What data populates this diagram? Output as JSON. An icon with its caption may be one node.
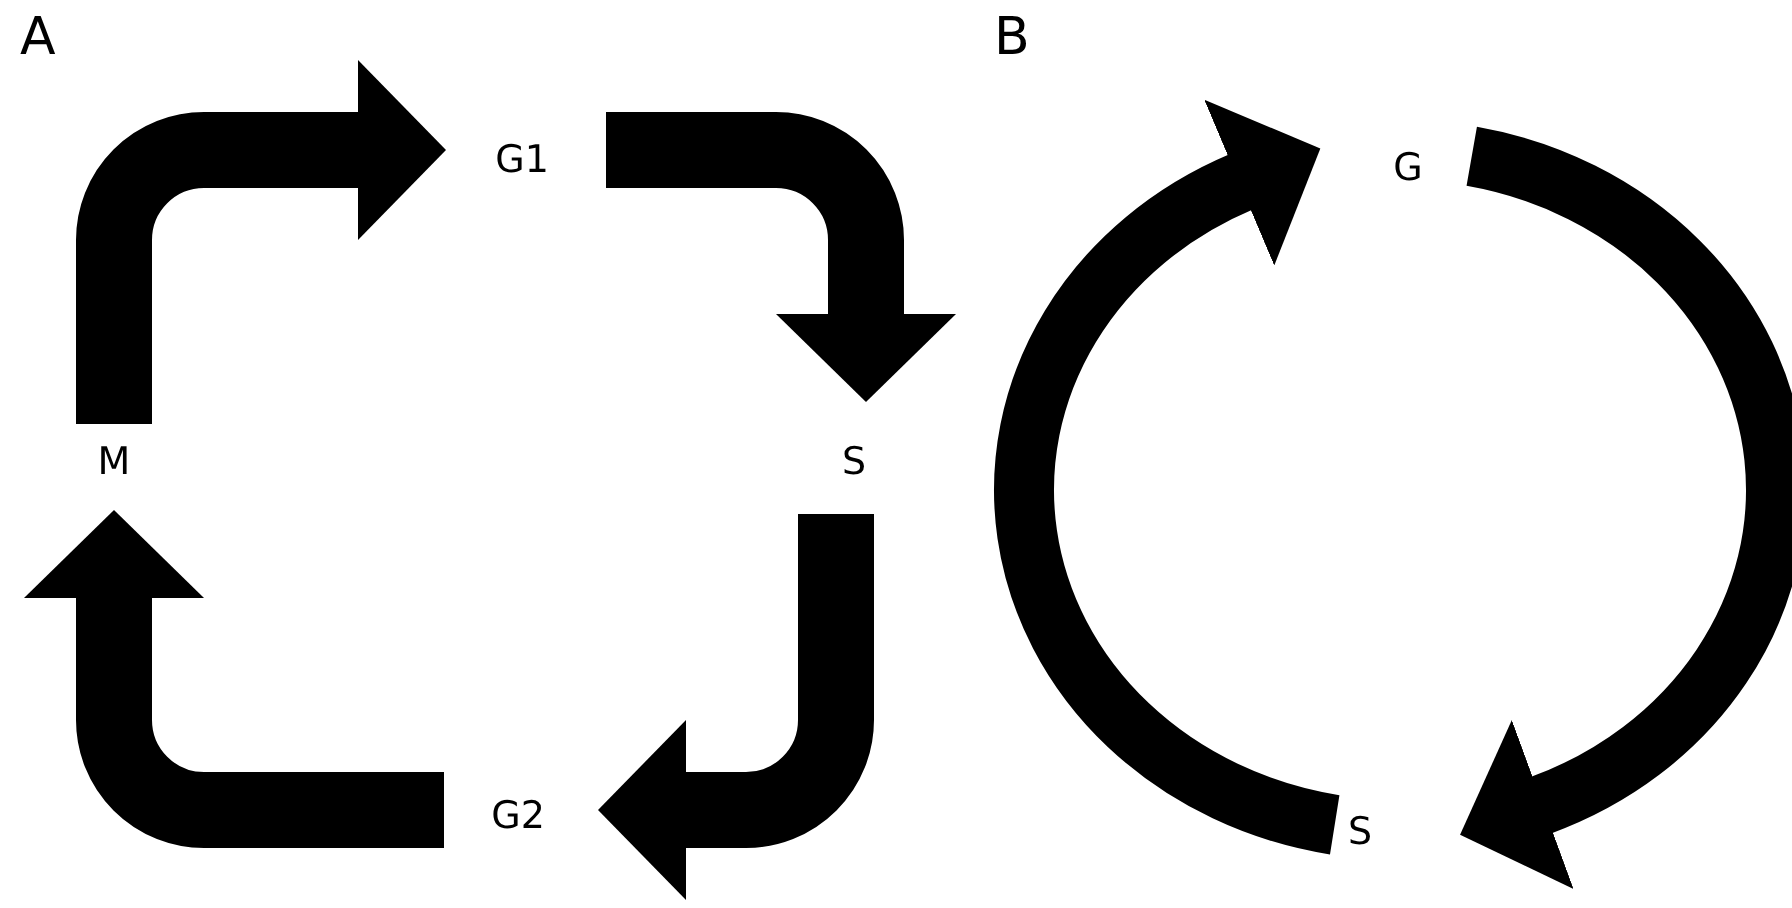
{
  "diagram": {
    "nodes": [
      {
        "text": [
          "M"
        ]
      },
      {
        "text": [
          "G1"
        ]
      },
      {
        "text": [
          "S"
        ]
      },
      {
        "text": [
          "G2"
        ]
      },
      {
        "text": [
          "G"
        ]
      },
      {
        "text": [
          "S"
        ]
      }
    ],
    "edges": [
      {
        "from": 0,
        "to": 1,
        "arrow": "to"
      },
      {
        "from": 1,
        "to": 2,
        "arrow": "to"
      },
      {
        "from": 2,
        "to": 3,
        "arrow": "to"
      },
      {
        "from": 3,
        "to": 0,
        "arrow": "to"
      },
      {
        "from": 5,
        "to": 4,
        "arrow": "to"
      },
      {
        "from": 4,
        "to": 5,
        "arrow": "to"
      }
    ],
    "labels": [
      "A",
      "B"
    ]
  }
}
